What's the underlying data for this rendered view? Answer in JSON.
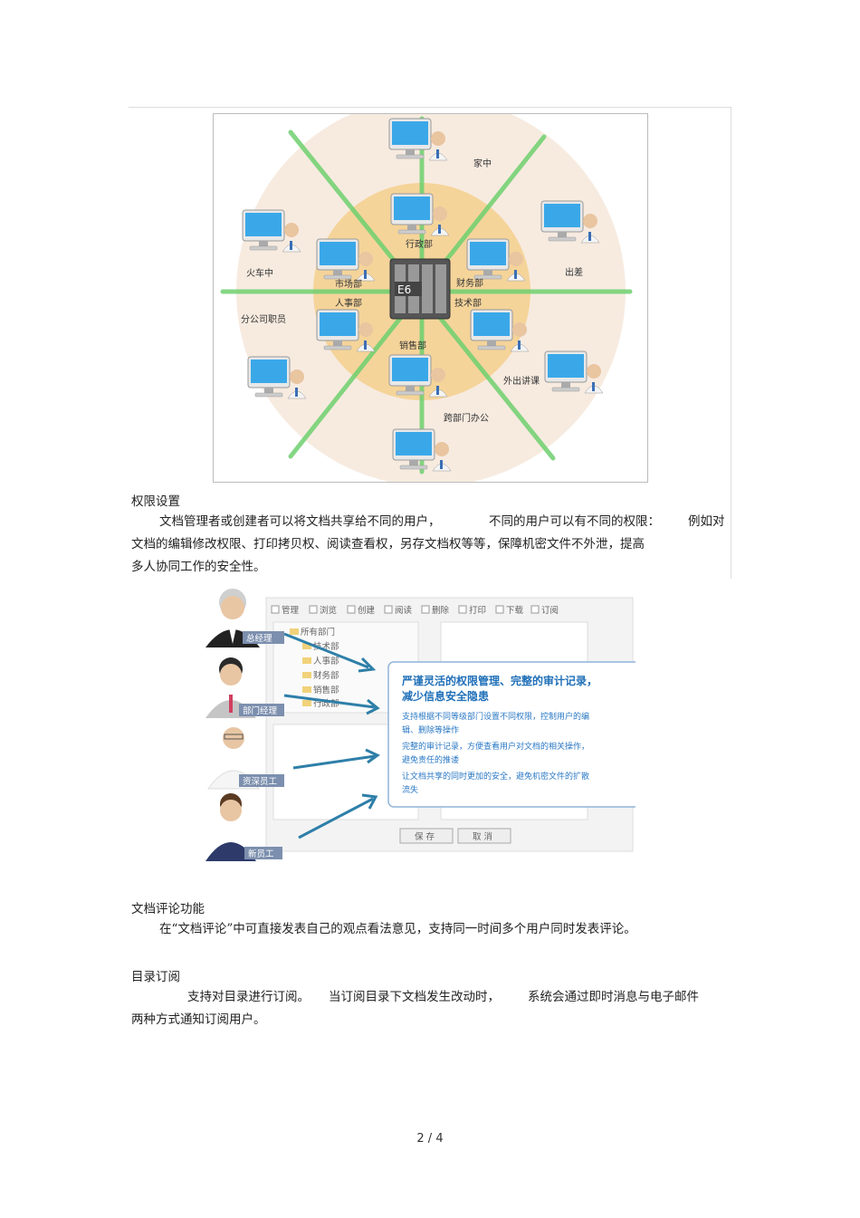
{
  "diagram": {
    "server_label": "E6",
    "inner_labels": [
      "行政部",
      "财务部",
      "技术部",
      "销售部",
      "人事部",
      "市场部"
    ],
    "outer_labels": [
      "家中",
      "出差",
      "外出讲课",
      "跨部门办公",
      "分公司职员",
      "火车中"
    ],
    "colors": {
      "outer_ring": "#f7ebe0",
      "inner_ring": "#f5d49a",
      "spoke": "#6fd06f",
      "screen": "#3aa8e8"
    }
  },
  "section1": {
    "heading": "权限设置",
    "line1": [
      "文档管理者或创建者可以将文档共享给不同的用户，",
      "不同的用户可以有不同的权限：",
      "例如对"
    ],
    "line2": "文档的编辑修改权限、打印拷贝权、阅读查看权，另存文档权等等，保障机密文件不外泄，提高",
    "line3": "多人协同工作的安全性。"
  },
  "permissions_ui": {
    "checkboxes": [
      "管理",
      "浏览",
      "创建",
      "阅读",
      "删除",
      "打印",
      "下载",
      "订阅"
    ],
    "tree": [
      "所有部门",
      "技术部",
      "人事部",
      "财务部",
      "销售部",
      "行政部"
    ],
    "roles": [
      "总经理",
      "部门经理",
      "资深员工",
      "新员工"
    ],
    "callout_title_1": "严谨灵活的权限管理、完整的审计记录，",
    "callout_title_2": "减少信息安全隐患",
    "callout_lines": [
      "支持根据不同等级部门设置不同权限，控制用户的编",
      "辑、删除等操作",
      "完整的审计记录，方便查看用户对文档的相关操作，",
      "避免责任的推诿",
      "让文档共享的同时更加的安全，避免机密文件的扩散",
      "流失"
    ],
    "save_button": "保 存",
    "cancel_button": "取 消"
  },
  "section2": {
    "heading": "文档评论功能",
    "body": "在“文档评论”中可直接发表自己的观点看法意见，支持同一时间多个用户同时发表评论。"
  },
  "section3": {
    "heading": "目录订阅",
    "line1": [
      "支持对目录进行订阅。",
      "当订阅目录下文档发生改动时，",
      "系统会通过即时消息与电子邮件"
    ],
    "line2": "两种方式通知订阅用户。"
  },
  "page_number": "2 / 4"
}
